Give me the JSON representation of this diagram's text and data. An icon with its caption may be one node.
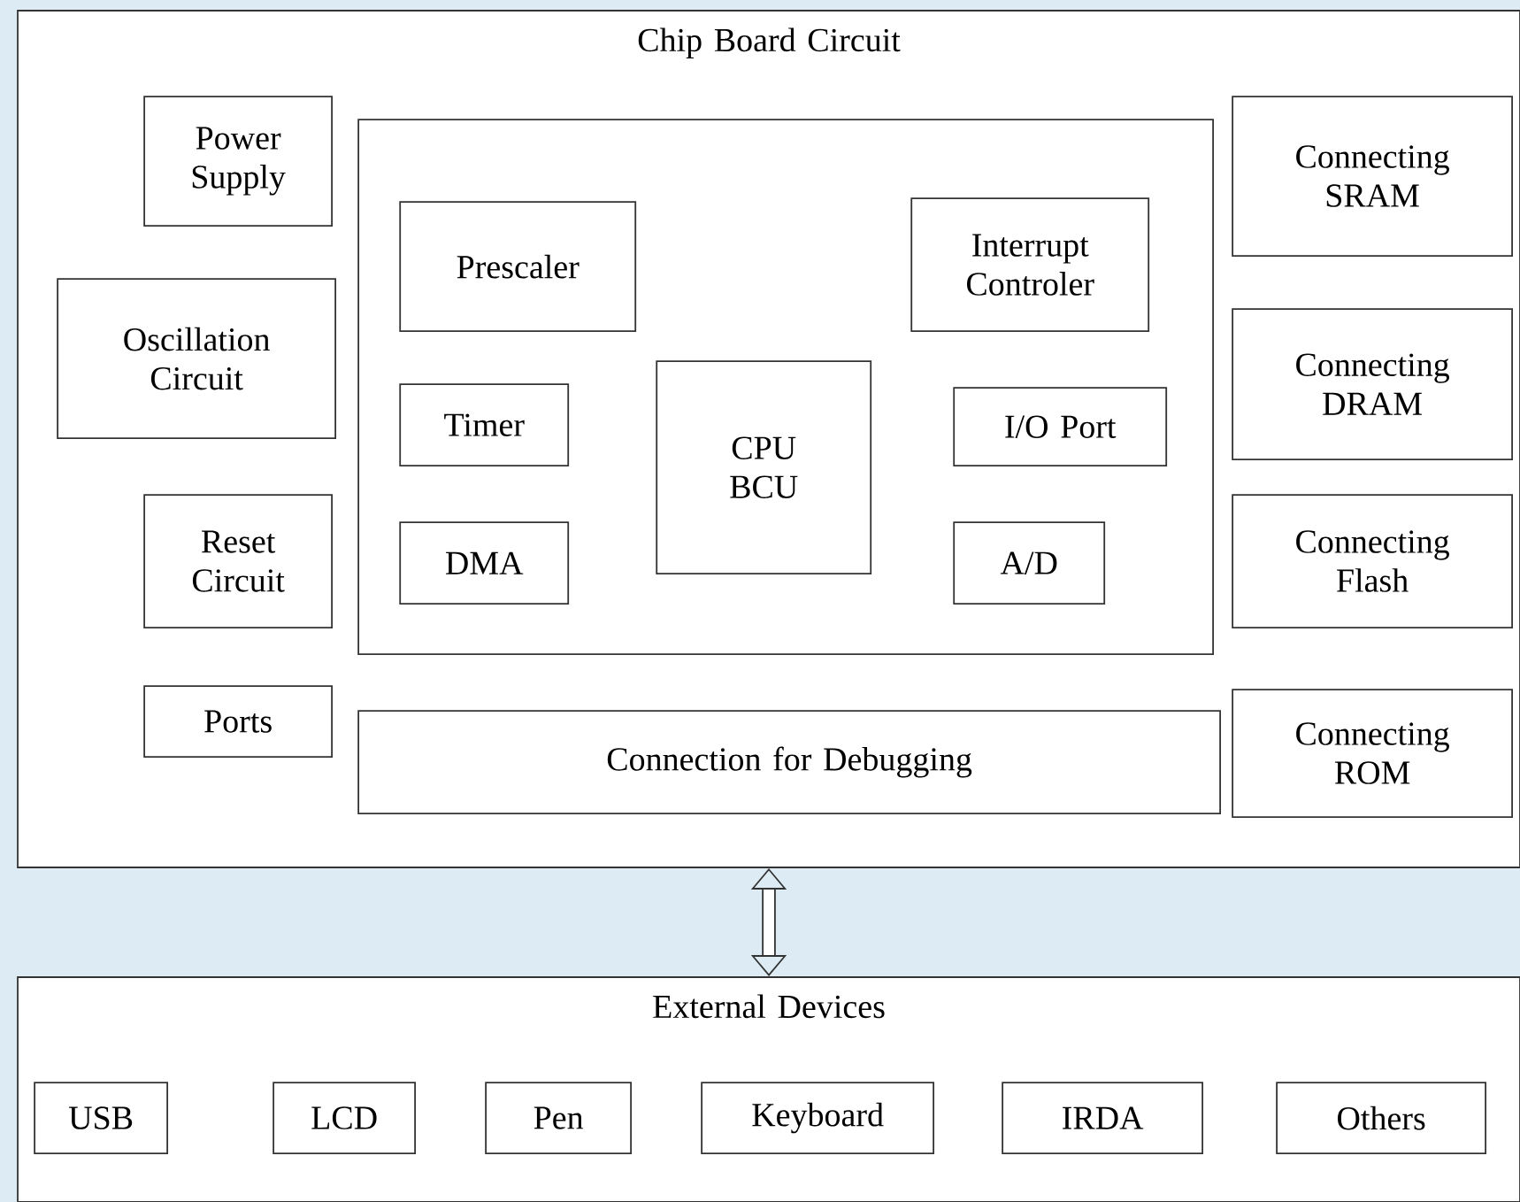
{
  "diagram": {
    "nodes": [
      {
        "text": [
          "Chip Board Circuit"
        ]
      },
      {
        "text": [
          "Power Supply"
        ],
        "in": 0
      },
      {
        "text": [
          "Oscillation Circuit"
        ],
        "in": 0
      },
      {
        "text": [
          "Reset Circuit"
        ],
        "in": 0
      },
      {
        "text": [
          "Ports"
        ],
        "in": 0
      },
      {
        "text": [],
        "shape": "box",
        "in": 0
      },
      {
        "text": [
          "Prescaler"
        ],
        "in": 5
      },
      {
        "text": [
          "Interrupt Controler"
        ],
        "in": 5
      },
      {
        "text": [
          "Timer"
        ],
        "in": 5
      },
      {
        "text": [
          "CPU BCU"
        ],
        "in": 5
      },
      {
        "text": [
          "I/O Port"
        ],
        "in": 5
      },
      {
        "text": [
          "DMA"
        ],
        "in": 5
      },
      {
        "text": [
          "A/D"
        ],
        "in": 5
      },
      {
        "text": [
          "Connection for Debugging"
        ],
        "in": 0
      },
      {
        "text": [
          "Connecting SRAM"
        ],
        "in": 0
      },
      {
        "text": [
          "Connecting DRAM"
        ],
        "in": 0
      },
      {
        "text": [
          "Connecting Flash"
        ],
        "in": 0
      },
      {
        "text": [
          "Connecting ROM"
        ],
        "in": 0
      },
      {
        "text": [
          "External Devices"
        ]
      },
      {
        "text": [
          "USB"
        ],
        "in": 18
      },
      {
        "text": [
          "LCD"
        ],
        "in": 18
      },
      {
        "text": [
          "Pen"
        ],
        "in": 18
      },
      {
        "text": [
          "Keyboard"
        ],
        "in": 18
      },
      {
        "text": [
          "IRDA"
        ],
        "in": 18
      },
      {
        "text": [
          "Others"
        ],
        "in": 18
      }
    ],
    "edges": [
      {
        "from": 0,
        "to": 18,
        "arrow": "both"
      }
    ]
  }
}
